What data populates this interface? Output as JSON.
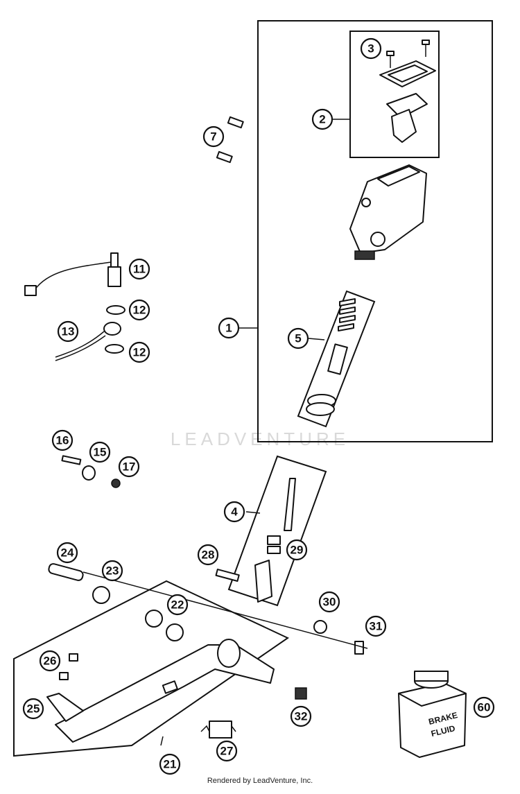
{
  "callouts": {
    "c1": "1",
    "c2": "2",
    "c3": "3",
    "c4": "4",
    "c5": "5",
    "c7": "7",
    "c11": "11",
    "c12a": "12",
    "c12b": "12",
    "c13": "13",
    "c15": "15",
    "c16": "16",
    "c17": "17",
    "c21": "21",
    "c22": "22",
    "c23": "23",
    "c24": "24",
    "c25": "25",
    "c26": "26",
    "c27": "27",
    "c28": "28",
    "c29": "29",
    "c30": "30",
    "c31": "31",
    "c32": "32",
    "c60": "60"
  },
  "bottle": {
    "line1": "BRAKE",
    "line2": "FLUID"
  },
  "watermark": "LEADVENTURE",
  "footer": "Rendered by LeadVenture, Inc."
}
